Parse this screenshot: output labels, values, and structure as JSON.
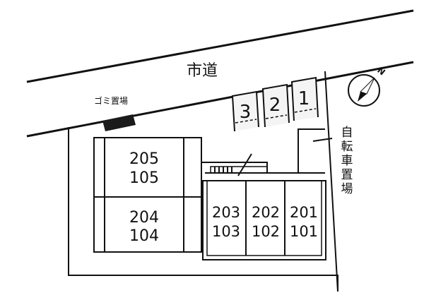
{
  "road": {
    "label": "市道"
  },
  "garbage": {
    "label": "ゴミ置場"
  },
  "bicycle": {
    "label": [
      "自",
      "転",
      "車",
      "置",
      "場"
    ]
  },
  "parking": [
    "1",
    "2",
    "3"
  ],
  "units": {
    "west_upper": [
      "205",
      "105"
    ],
    "west_lower": [
      "204",
      "104"
    ],
    "east": [
      {
        "upper": "203",
        "lower": "103"
      },
      {
        "upper": "202",
        "lower": "102"
      },
      {
        "upper": "201",
        "lower": "101"
      }
    ]
  },
  "compass": {
    "label": "N"
  },
  "colors": {
    "line": "#111111",
    "fill": "#ffffff",
    "shade": "#e8e8e8",
    "garbage": "#1a1a1a"
  }
}
